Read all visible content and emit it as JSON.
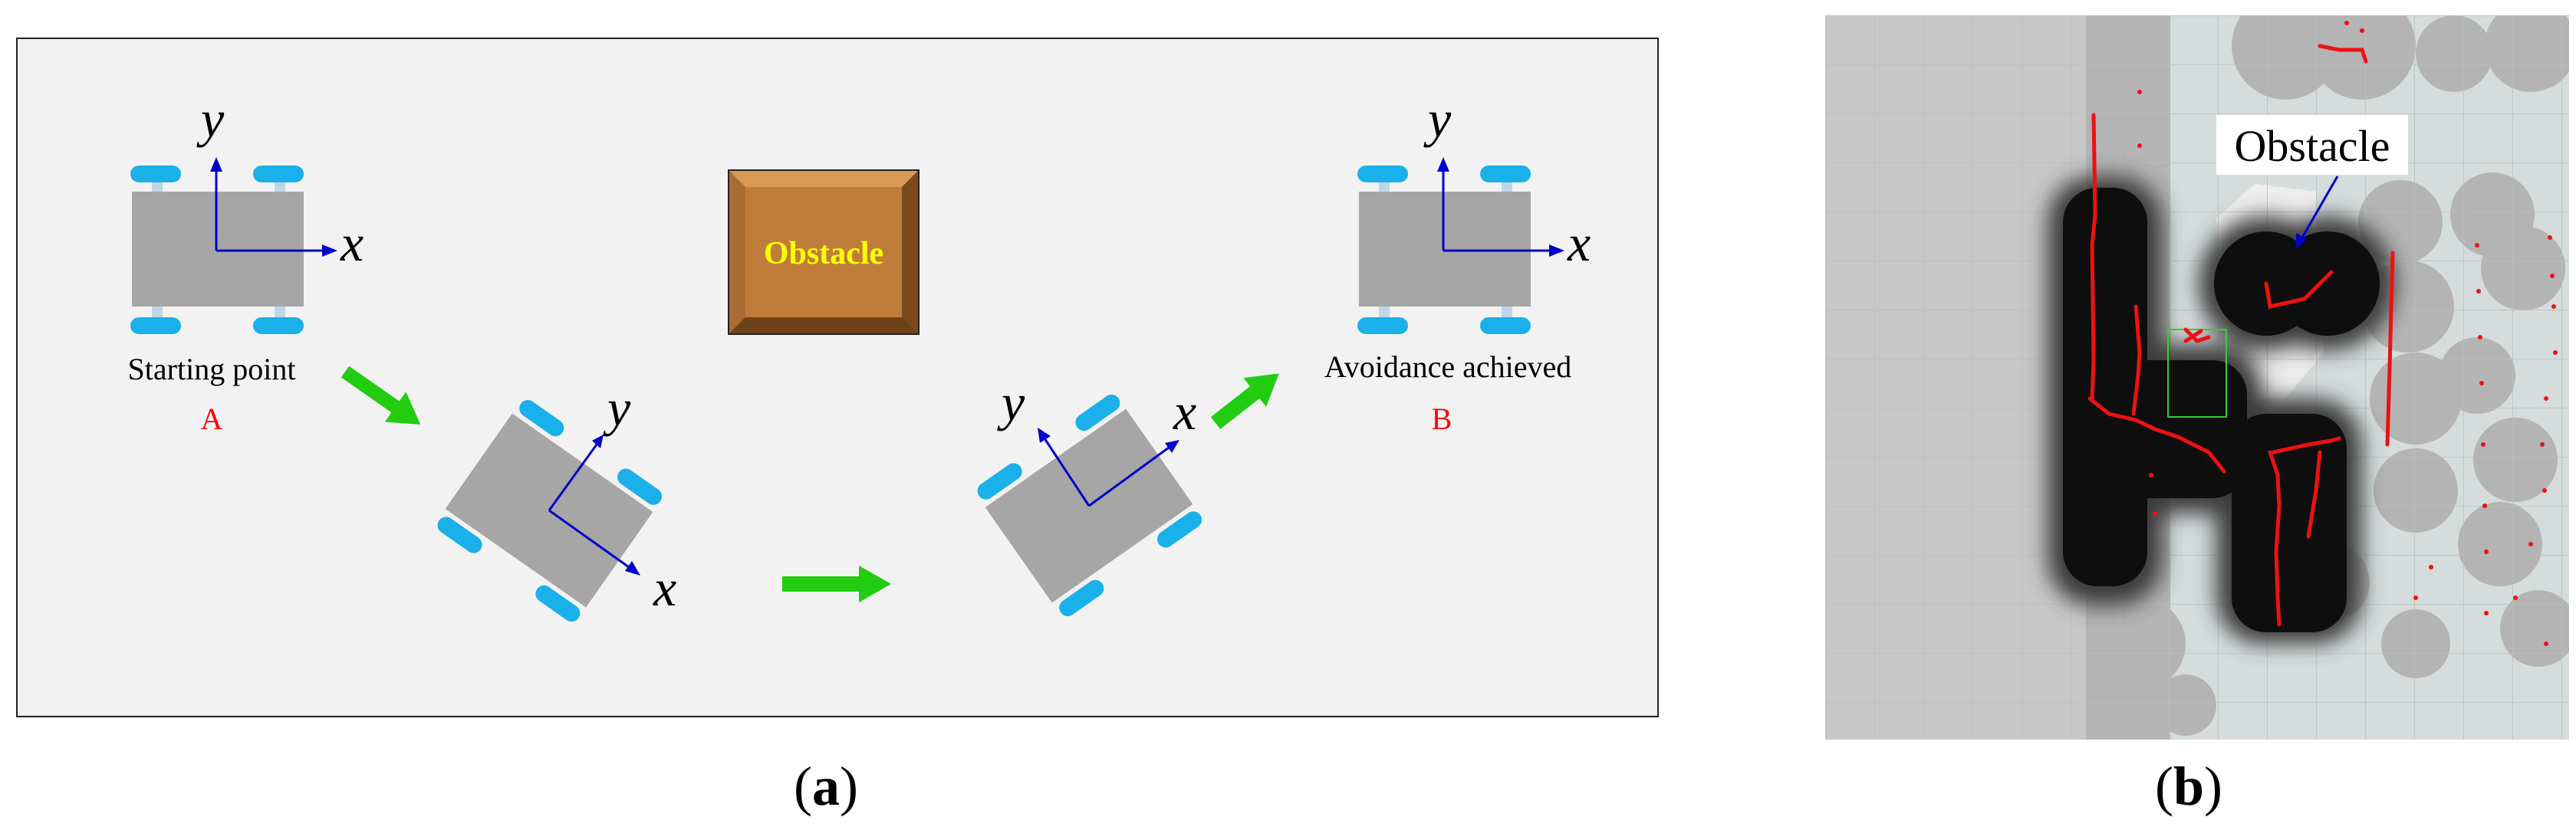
{
  "panel_a": {
    "start_label": "Starting point",
    "start_point": "A",
    "obstacle_label": "Obstacle",
    "goal_label": "Avoidance achieved",
    "goal_point": "B",
    "axis_x": "x",
    "axis_y": "y",
    "caption_open": "(",
    "caption_letter": "a",
    "caption_close": ")"
  },
  "panel_b": {
    "obstacle_label": "Obstacle",
    "caption_open": "(",
    "caption_letter": "b",
    "caption_close": ")"
  },
  "colors": {
    "frame_bg": "#f2f2f2",
    "robot_body": "#a6a6a6",
    "wheel": "#1ab0ea",
    "axis": "#0000cc",
    "arrow": "#22cc11",
    "obstacle_box": "#c07d3a",
    "obstacle_text": "#ffff00",
    "point_label": "#ff0000",
    "laser": "#ee1111",
    "map_known": "#c8c8c8",
    "map_free": "#d6dcdc",
    "inflation": "#1a1a1a"
  }
}
